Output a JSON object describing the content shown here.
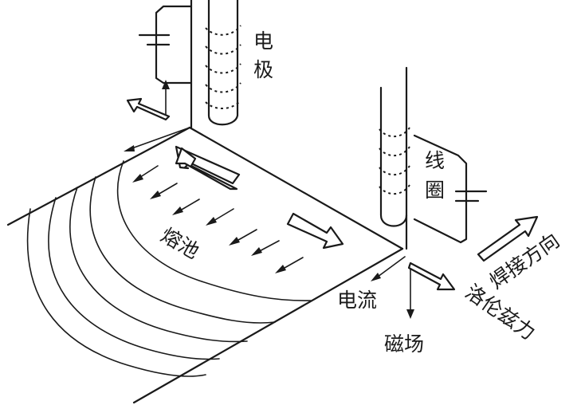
{
  "labels": {
    "electrode": "电极",
    "coil": "线圈",
    "weld_pool": "熔池",
    "current": "电流",
    "magnetic_field": "磁场",
    "lorentz_force": "洛伦兹力",
    "welding_direction": "焊接方向"
  },
  "colors": {
    "ink": "#1a1a1a",
    "background": "#ffffff"
  }
}
